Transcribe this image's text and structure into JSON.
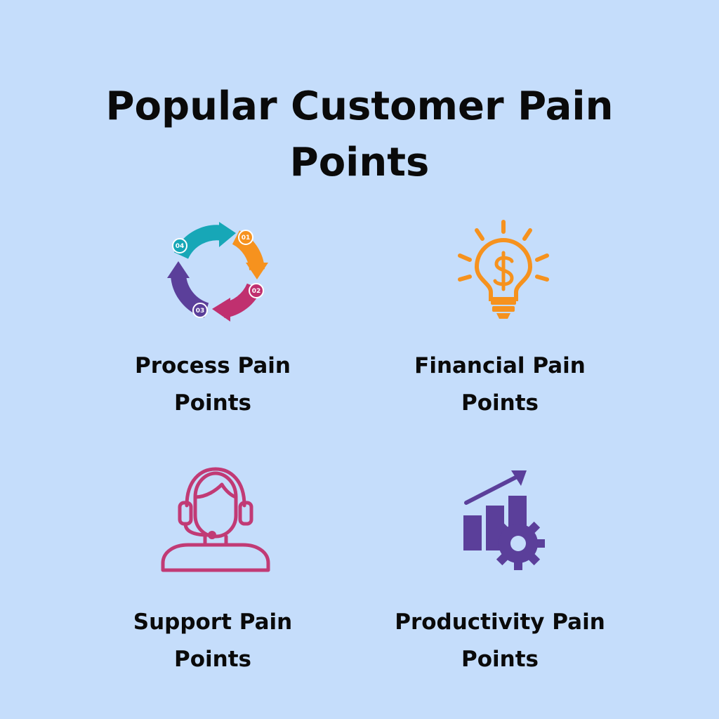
{
  "title": {
    "line1": "Popular Customer Pain",
    "line2": "Points"
  },
  "colors": {
    "background": "#c5ddfb",
    "teal": "#17a7b7",
    "orange": "#f6921e",
    "magenta": "#c0306f",
    "purple": "#5b3f9a",
    "pink": "#c13a75"
  },
  "cards": [
    {
      "id": "process",
      "icon": "cycle-arrows-icon",
      "line1": "Process Pain",
      "line2": "Points",
      "steps": [
        "01",
        "02",
        "03",
        "04"
      ]
    },
    {
      "id": "financial",
      "icon": "lightbulb-dollar-icon",
      "line1": "Financial Pain",
      "line2": "Points"
    },
    {
      "id": "support",
      "icon": "headset-agent-icon",
      "line1": "Support Pain",
      "line2": "Points"
    },
    {
      "id": "productivity",
      "icon": "chart-gear-icon",
      "line1": "Productivity Pain",
      "line2": "Points"
    }
  ]
}
